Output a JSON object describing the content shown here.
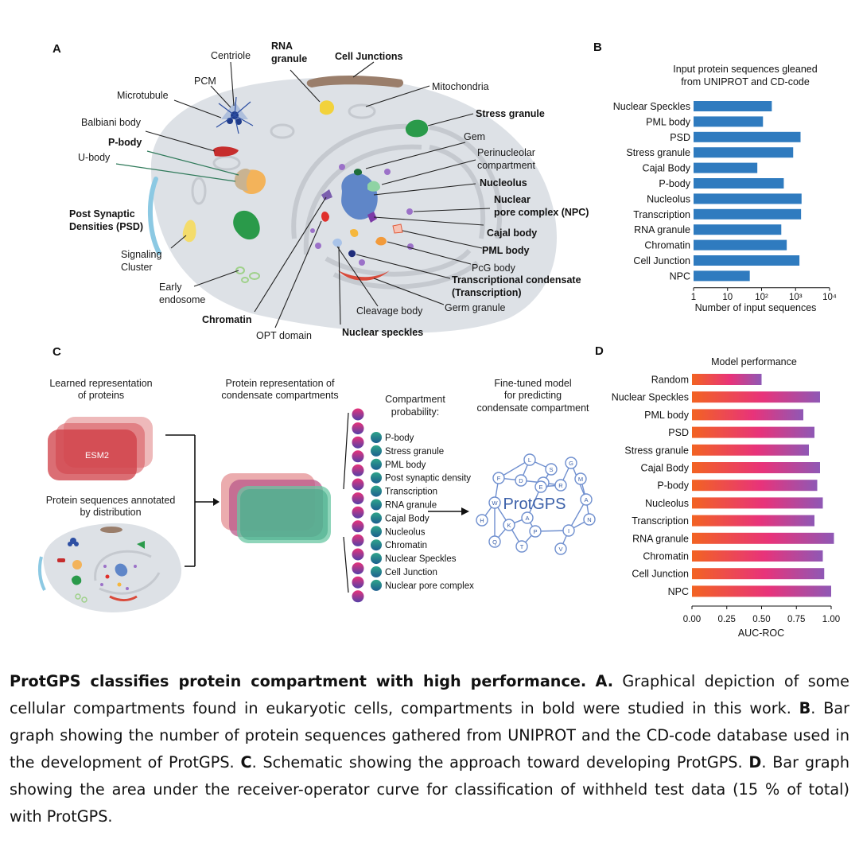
{
  "panels": {
    "a": {
      "letter": "A",
      "labels": {
        "centriole": "Centriole",
        "rna_granule_1": "RNA",
        "rna_granule_2": "granule",
        "cell_junctions": "Cell Junctions",
        "pcm": "PCM",
        "mitochondria": "Mitochondria",
        "microtubule": "Microtubule",
        "stress_granule": "Stress granule",
        "balbiani": "Balbiani body",
        "gem": "Gem",
        "p_body": "P-body",
        "perinucleolar_1": "Perinucleolar",
        "perinucleolar_2": "compartment",
        "u_body": "U-body",
        "nucleolus": "Nucleolus",
        "npc_1": "Nuclear",
        "npc_2": "pore complex (NPC)",
        "psd_1": "Post Synaptic",
        "psd_2": "Densities (PSD)",
        "cajal": "Cajal body",
        "signaling_1": "Signaling",
        "signaling_2": "Cluster",
        "pml": "PML body",
        "pcg": "PcG body",
        "tc_1": "Transcriptional condensate",
        "tc_2": "(Transcription)",
        "early_1": "Early",
        "early_2": "endosome",
        "germ": "Germ granule",
        "cleavage": "Cleavage body",
        "chromatin": "Chromatin",
        "opt": "OPT domain",
        "nuclear_speckles": "Nuclear speckles"
      }
    },
    "b": {
      "letter": "B"
    },
    "c": {
      "letter": "C",
      "learned_1": "Learned representation",
      "learned_2": "of proteins",
      "esm": "ESM2",
      "annot_1": "Protein sequences annotated",
      "annot_2": "by distribution",
      "protrep_1": "Protein representation of",
      "protrep_2": "condensate compartments",
      "prob_1": "Compartment",
      "prob_2": "probability:",
      "ft_1": "Fine-tuned model",
      "ft_2": "for predicting",
      "ft_3": "condensate compartment",
      "protgps": "ProtGPS",
      "compartments": [
        "P-body",
        "Stress granule",
        "PML body",
        "Post synaptic density",
        "Transcription",
        "RNA granule",
        "Cajal Body",
        "Nucleolus",
        "Chromatin",
        "Nuclear Speckles",
        "Cell Junction",
        "Nuclear pore complex"
      ],
      "network_nodes": [
        "L",
        "S",
        "D",
        "W",
        "F",
        "D",
        "E",
        "R",
        "G",
        "A",
        "N",
        "Q",
        "K",
        "A",
        "P",
        "I",
        "T",
        "V",
        "M",
        "H"
      ]
    },
    "d": {
      "letter": "D"
    }
  },
  "chart_data": [
    {
      "type": "bar",
      "title": "Input protein sequences gleaned from UNIPROT and CD-code",
      "title_lines": [
        "Input protein sequences gleaned",
        "from UNIPROT and CD-code"
      ],
      "orientation": "horizontal",
      "categories": [
        "Nuclear Speckles",
        "PML body",
        "PSD",
        "Stress granule",
        "Cajal Body",
        "P-body",
        "Nucleolus",
        "Transcription",
        "RNA granule",
        "Chromatin",
        "Cell Junction",
        "NPC"
      ],
      "values": [
        200,
        110,
        1400,
        850,
        75,
        450,
        1500,
        1450,
        380,
        550,
        1300,
        45
      ],
      "xlabel": "Number of input sequences",
      "xscale": "log",
      "xlim": [
        1,
        10000
      ],
      "xticks": [
        "1",
        "10",
        "10²",
        "10³",
        "10⁴"
      ],
      "color": "#2f7bbf",
      "grid": false
    },
    {
      "type": "bar",
      "title": "Model performance",
      "orientation": "horizontal",
      "categories": [
        "Random",
        "Nuclear Speckles",
        "PML body",
        "PSD",
        "Stress granule",
        "Cajal Body",
        "P-body",
        "Nucleolus",
        "Transcription",
        "RNA granule",
        "Chromatin",
        "Cell Junction",
        "NPC"
      ],
      "values": [
        0.5,
        0.92,
        0.8,
        0.88,
        0.84,
        0.92,
        0.9,
        0.94,
        0.88,
        1.02,
        0.94,
        0.95,
        1.0
      ],
      "xlabel": "AUC-ROC",
      "xlim": [
        0,
        1.0
      ],
      "xticks": [
        "0.00",
        "0.25",
        "0.50",
        "0.75",
        "1.00"
      ],
      "gradient": [
        "#f26322",
        "#e8337a",
        "#8f58b5"
      ],
      "grid": false
    }
  ],
  "caption": {
    "bold": "ProtGPS classifies protein compartment with high performance.",
    "parts": [
      {
        "b": "A.",
        "t": " Graphical depiction of some cellular compartments found in eukaryotic cells, compartments in bold were studied in this work. "
      },
      {
        "b": "B",
        "t": ". Bar graph showing the number of protein sequences gathered from UNIPROT and the CD-code database used in the development of ProtGPS. "
      },
      {
        "b": "C",
        "t": ". Schematic showing the approach toward developing ProtGPS. "
      },
      {
        "b": "D",
        "t": ". Bar graph showing the area under the receiver-operator curve for classification of withheld test data (15 % of total) with ProtGPS."
      }
    ]
  }
}
